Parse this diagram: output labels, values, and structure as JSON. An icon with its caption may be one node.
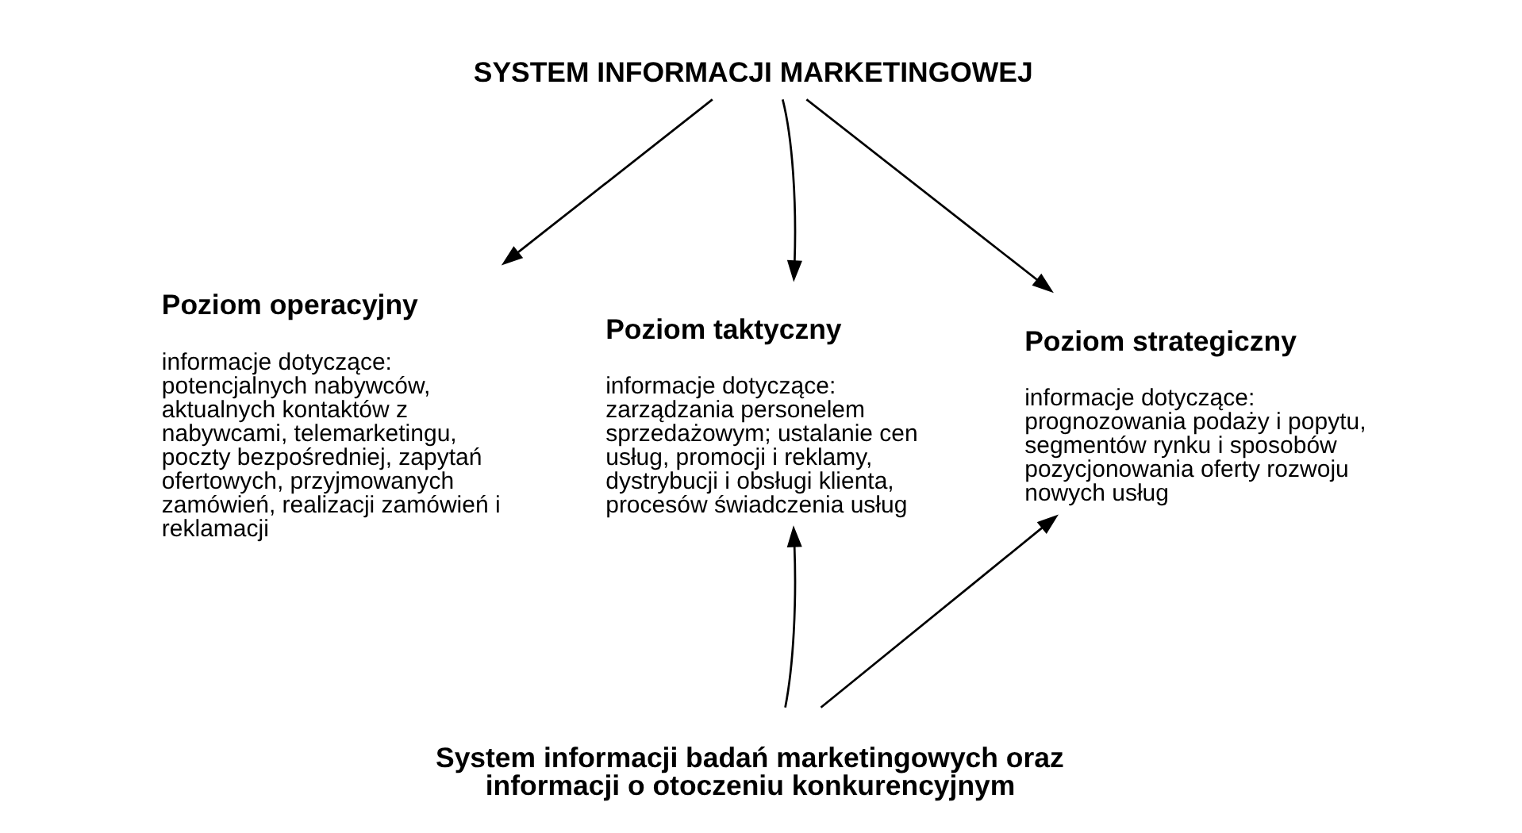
{
  "diagram": {
    "nodes": [
      {
        "text": [
          "SYSTEM INFORMACJI MARKETINGOWEJ"
        ]
      },
      {
        "text": [
          "Poziom operacyjny",
          "informacje dotyczące: potencjalnych nabywców, aktualnych kontaktów z nabywcami, telemarketingu, poczty bezpośredniej, zapytań ofertowych, przyjmowanych zamówień, realizacji zamówień i reklamacji"
        ]
      },
      {
        "text": [
          "Poziom taktyczny",
          "informacje dotyczące: zarządzania personelem sprzedażowym; ustalanie cen usług, promocji i reklamy, dystrybucji i obsługi klienta, procesów świadczenia usług"
        ]
      },
      {
        "text": [
          "Poziom strategiczny",
          "informacje dotyczące: prognozowania podaży i popytu, segmentów rynku i sposobów pozycjonowania oferty rozwoju nowych usług"
        ]
      },
      {
        "text": [
          "System informacji badań marketingowych oraz informacji o otoczeniu konkurencyjnym"
        ]
      }
    ],
    "edges": [
      {
        "from": 0,
        "to": 1,
        "arrow": "to"
      },
      {
        "from": 0,
        "to": 2,
        "arrow": "to"
      },
      {
        "from": 0,
        "to": 3,
        "arrow": "to"
      },
      {
        "from": 4,
        "to": 2,
        "arrow": "to"
      },
      {
        "from": 4,
        "to": 3,
        "arrow": "to"
      }
    ]
  }
}
